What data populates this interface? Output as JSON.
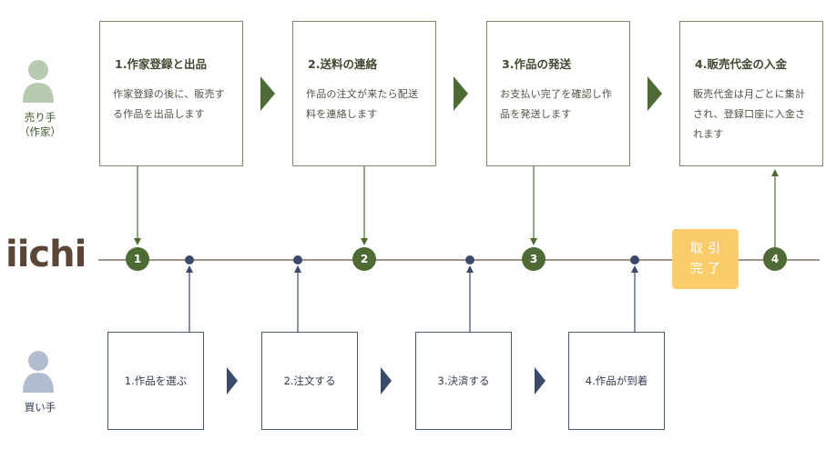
{
  "seller": {
    "label_line1": "売り手",
    "label_line2": "（作家）",
    "steps": [
      {
        "title": "1.作家登録と出品",
        "desc": "作家登録の後に、販売する作品を出品します"
      },
      {
        "title": "2.送料の連絡",
        "desc": "作品の注文が来たら配送料を連絡します"
      },
      {
        "title": "3.作品の発送",
        "desc": "お支払い完了を確認し作品を発送します"
      },
      {
        "title": "4.販売代金の入金",
        "desc": "販売代金は月ごとに集計され、登録口座に入金されます"
      }
    ]
  },
  "buyer": {
    "label": "買い手",
    "steps": [
      {
        "title": "1.作品を選ぶ"
      },
      {
        "title": "2.注文する"
      },
      {
        "title": "3.決済する"
      },
      {
        "title": "4.作品が到着"
      }
    ]
  },
  "platform": {
    "logo": "iichi",
    "markers": [
      "1",
      "2",
      "3",
      "4"
    ],
    "complete_line1": "取引",
    "complete_line2": "完了"
  },
  "colors": {
    "seller": "#4e6b35",
    "buyer": "#3b4a68",
    "timeline": "#6b5444",
    "complete": "#fbcd6a"
  }
}
